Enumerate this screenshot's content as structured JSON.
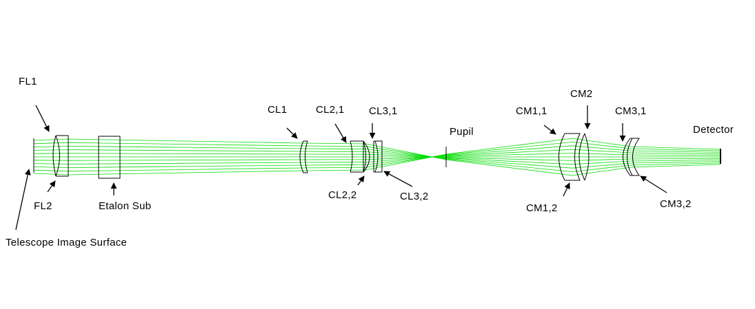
{
  "diagram": {
    "labels": {
      "fl1": "FL1",
      "fl2": "FL2",
      "etalon_sub": "Etalon Sub",
      "telescope_image_surface": "Telescope Image Surface",
      "cl1": "CL1",
      "cl2_1": "CL2,1",
      "cl2_2": "CL2,2",
      "cl3_1": "CL3,1",
      "cl3_2": "CL3,2",
      "pupil": "Pupil",
      "cm1_1": "CM1,1",
      "cm1_2": "CM1,2",
      "cm2": "CM2",
      "cm3_1": "CM3,1",
      "cm3_2": "CM3,2",
      "detector": "Detector"
    },
    "colors": {
      "rays": "#00dd00",
      "lines": "#000000",
      "background": "#ffffff"
    }
  }
}
